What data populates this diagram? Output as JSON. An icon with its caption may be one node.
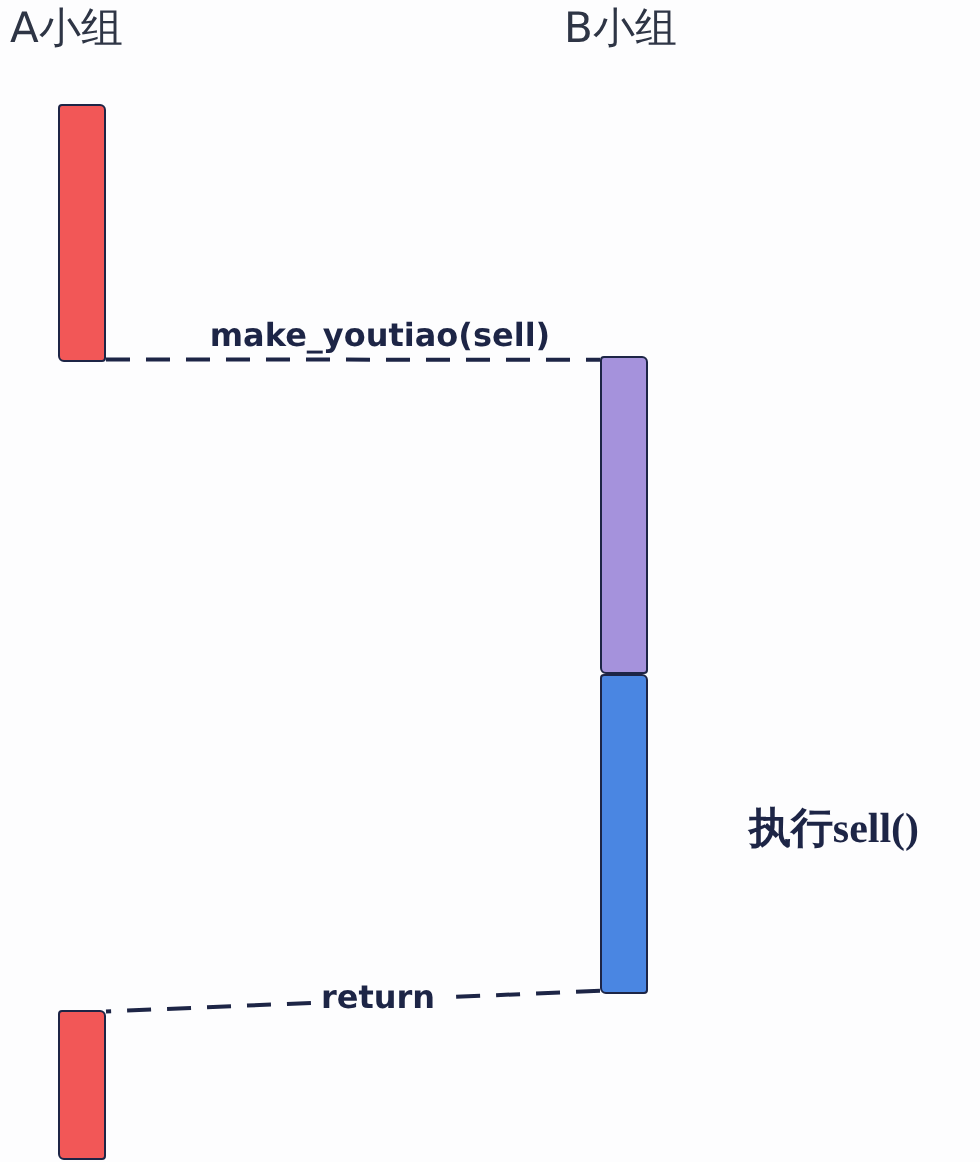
{
  "diagram": {
    "nodes": [
      {
        "text": [],
        "shape": "bar"
      },
      {
        "text": [],
        "shape": "bar"
      },
      {
        "text": [],
        "shape": "bar",
        "beside": [
          "执行sell()"
        ]
      },
      {
        "text": [],
        "shape": "bar"
      }
    ],
    "edges": [
      {
        "from": 0,
        "to": 1,
        "arrow": "none",
        "label": "make_youtiao(sell)",
        "style": "dashed"
      },
      {
        "from": 2,
        "to": 3,
        "arrow": "none",
        "label": "return",
        "style": "dashed"
      }
    ],
    "labels": [
      "A小组",
      "B小组"
    ]
  }
}
